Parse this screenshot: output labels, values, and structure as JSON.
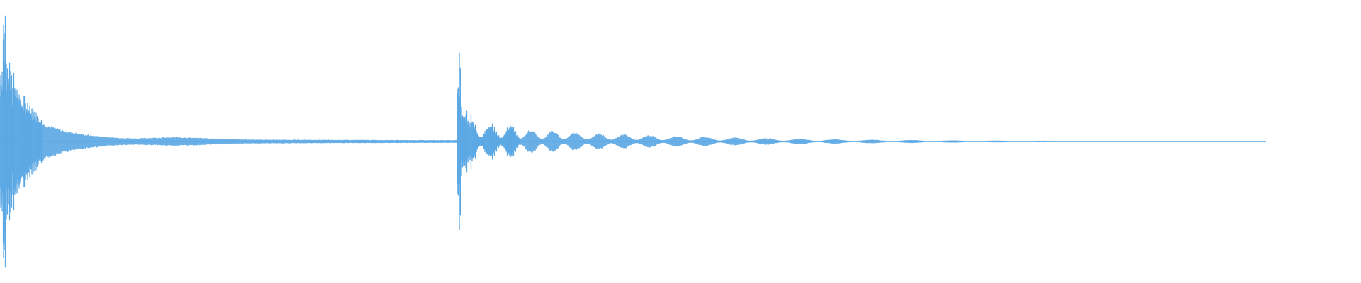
{
  "waveform": {
    "color": "#5aa7e3",
    "background": "#ffffff",
    "events": [
      {
        "name": "first-strike",
        "start_fraction": 0.0,
        "peak_amplitude": 0.82,
        "decay": "fast",
        "pulsing": false
      },
      {
        "name": "second-strike",
        "start_fraction": 0.336,
        "peak_amplitude": 0.62,
        "decay": "slow",
        "pulsing": true
      }
    ],
    "end_fraction": 0.93
  }
}
